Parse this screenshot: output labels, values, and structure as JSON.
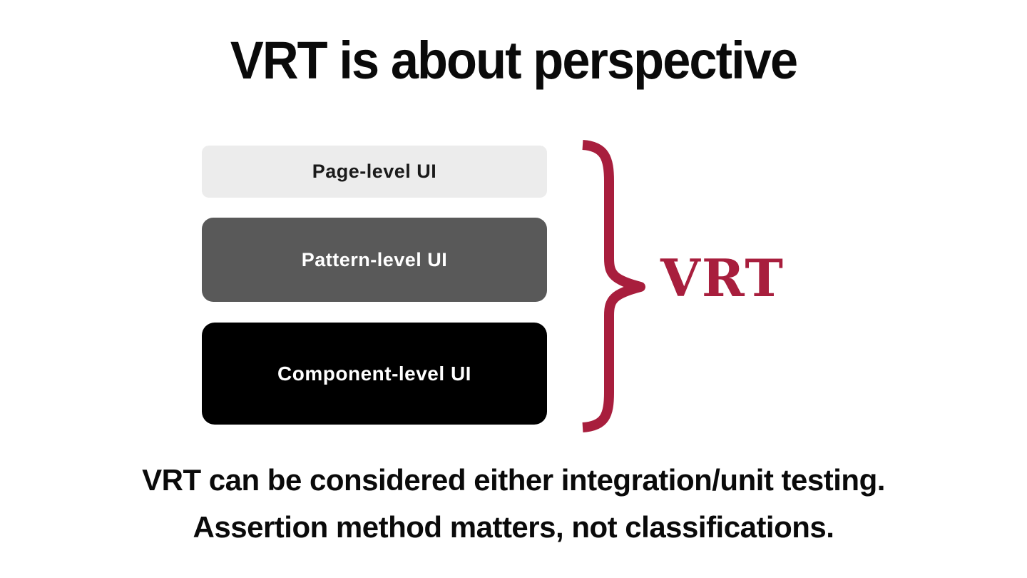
{
  "page": {
    "background": "#ffffff"
  },
  "title": "VRT is about perspective",
  "diagram": {
    "layers": [
      {
        "label": "Page-level UI",
        "bg": "#ececec",
        "text_color": "#1a1a1a"
      },
      {
        "label": "Pattern-level UI",
        "bg": "#595959",
        "text_color": "#ffffff"
      },
      {
        "label": "Component-level UI",
        "bg": "#000000",
        "text_color": "#ffffff"
      }
    ],
    "brace_label": "VRT",
    "accent_color": "#a81e3d"
  },
  "footer": {
    "line1": "VRT can be considered either integration/unit testing.",
    "line2": "Assertion method matters, not classifications."
  }
}
